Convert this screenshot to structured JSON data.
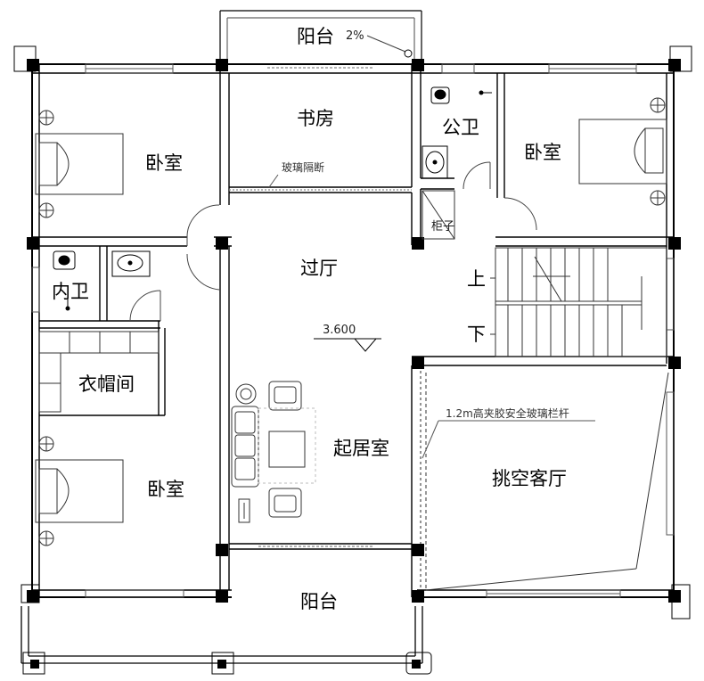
{
  "rooms": {
    "balcony_top": "阳台",
    "study": "书房",
    "public_wc": "公卫",
    "bedroom_top_left": "卧室",
    "bedroom_top_right": "卧室",
    "hall": "过厅",
    "inner_wc": "内卫",
    "cloakroom": "衣帽间",
    "living": "起居室",
    "bedroom_bottom_left": "卧室",
    "void_living": "挑空客厅",
    "balcony_bottom": "阳台"
  },
  "labels": {
    "slope": "2%",
    "glass_partition": "玻璃隔断",
    "cabinet": "柜子",
    "stair_up": "上",
    "stair_down": "下",
    "elevation": "3.600",
    "railing_note": "1.2m高夹胶安全玻璃栏杆"
  }
}
